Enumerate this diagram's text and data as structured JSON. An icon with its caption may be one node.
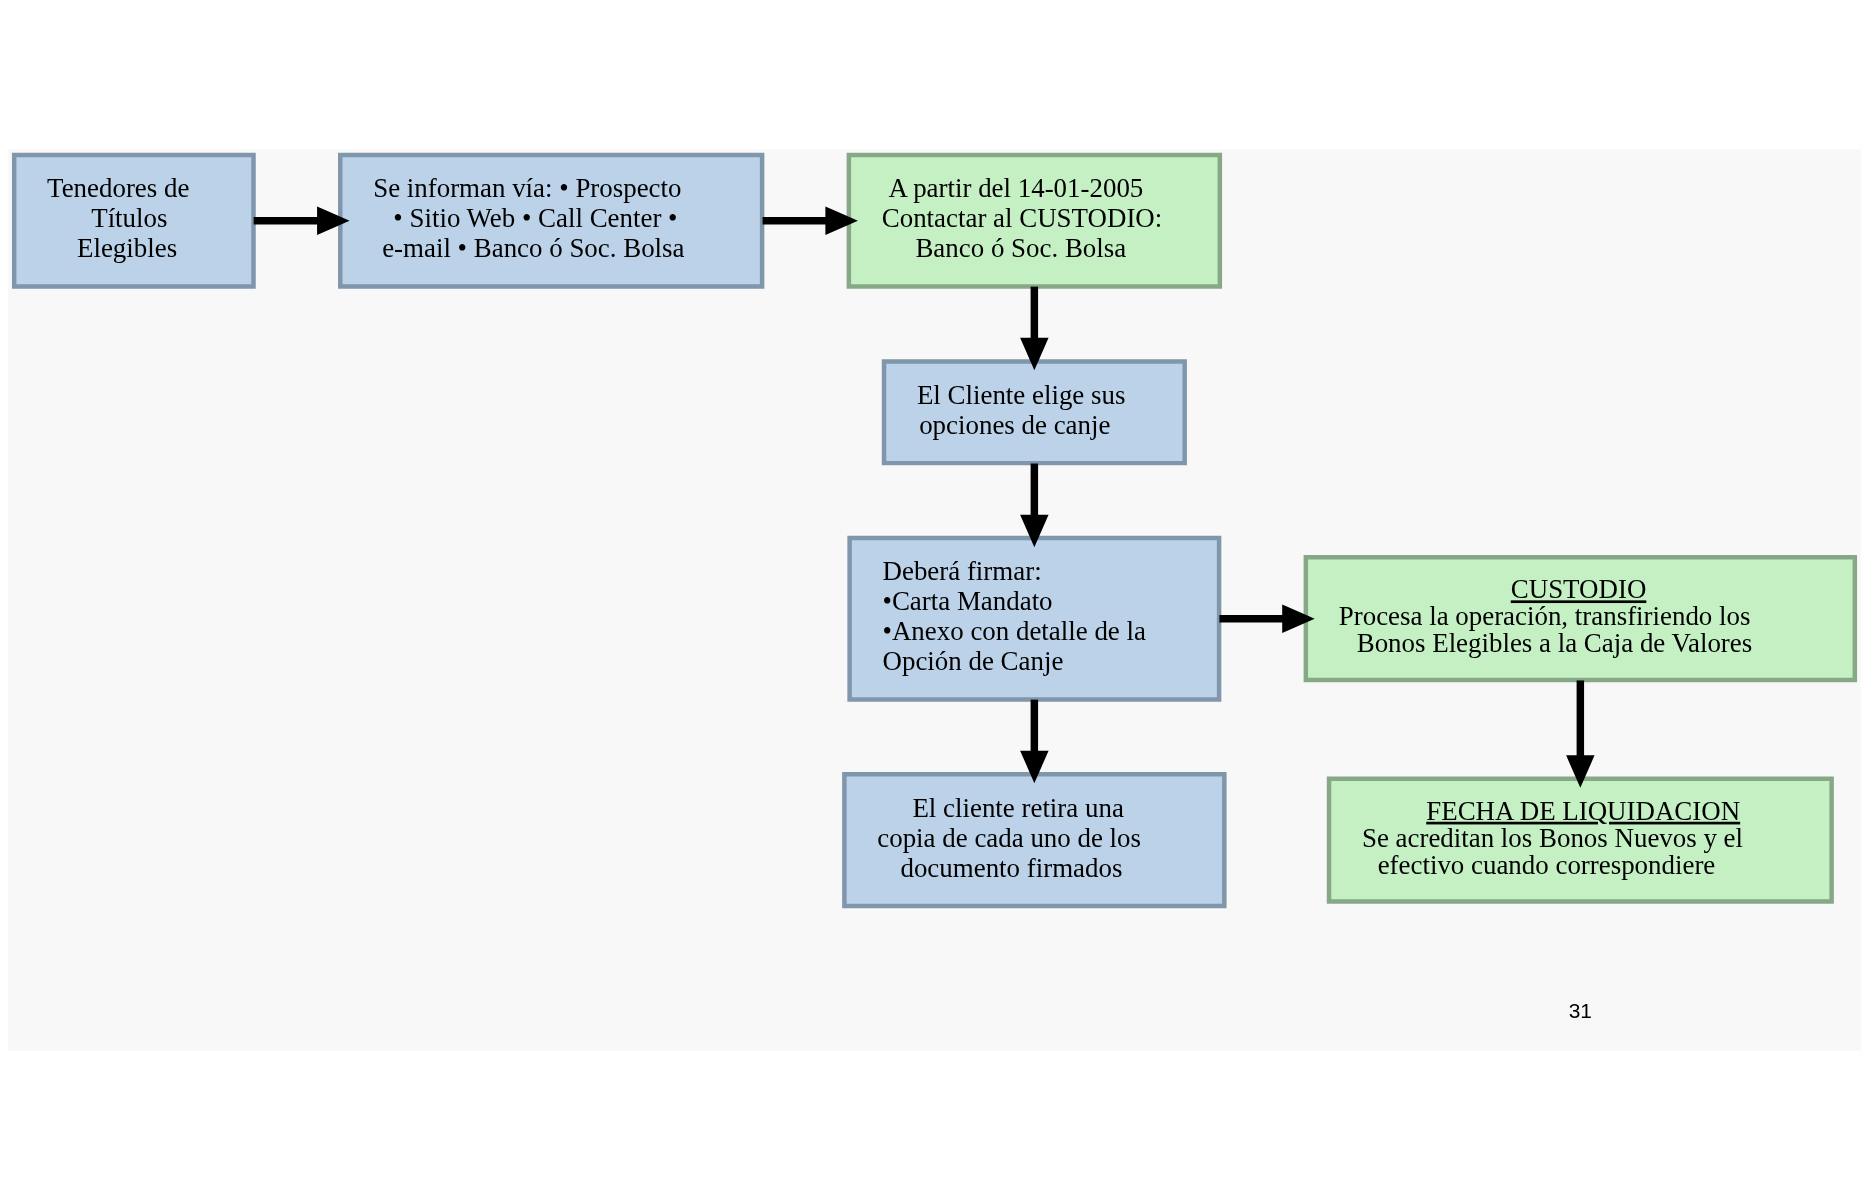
{
  "diagram": {
    "nodes": [
      {
        "text": [
          "Tenedores de Títulos Elegibles"
        ]
      },
      {
        "text": [
          "Se informan vía: • Prospecto • Sitio Web • Call Center • e-mail • Banco ó Soc. Bolsa"
        ]
      },
      {
        "text": [
          "A partir del 14-01-2005 Contactar al CUSTODIO: Banco ó Soc. Bolsa"
        ]
      },
      {
        "text": [
          "El Cliente elige sus opciones de canje"
        ]
      },
      {
        "text": [
          "Deberá firmar:",
          "•Carta Mandato",
          "•Anexo con detalle de la Opción de Canje"
        ]
      },
      {
        "text": [
          "CUSTODIO",
          "Procesa la operación, transfiriendo los Bonos Elegibles a la Caja de Valores"
        ]
      },
      {
        "text": [
          "FECHA DE LIQUIDACION",
          "Se acreditan los Bonos Nuevos y el efectivo cuando correspondiere"
        ]
      },
      {
        "text": [
          "El cliente retira una copia de cada uno de los documento firmados"
        ]
      }
    ],
    "edges": [
      {
        "from": 0,
        "to": 1,
        "arrow": "to"
      },
      {
        "from": 1,
        "to": 2,
        "arrow": "to"
      },
      {
        "from": 2,
        "to": 3,
        "arrow": "to"
      },
      {
        "from": 3,
        "to": 4,
        "arrow": "to"
      },
      {
        "from": 4,
        "to": 7,
        "arrow": "to"
      },
      {
        "from": 4,
        "to": 5,
        "arrow": "to"
      },
      {
        "from": 5,
        "to": 6,
        "arrow": "to"
      }
    ],
    "labels": [
      "31"
    ]
  }
}
